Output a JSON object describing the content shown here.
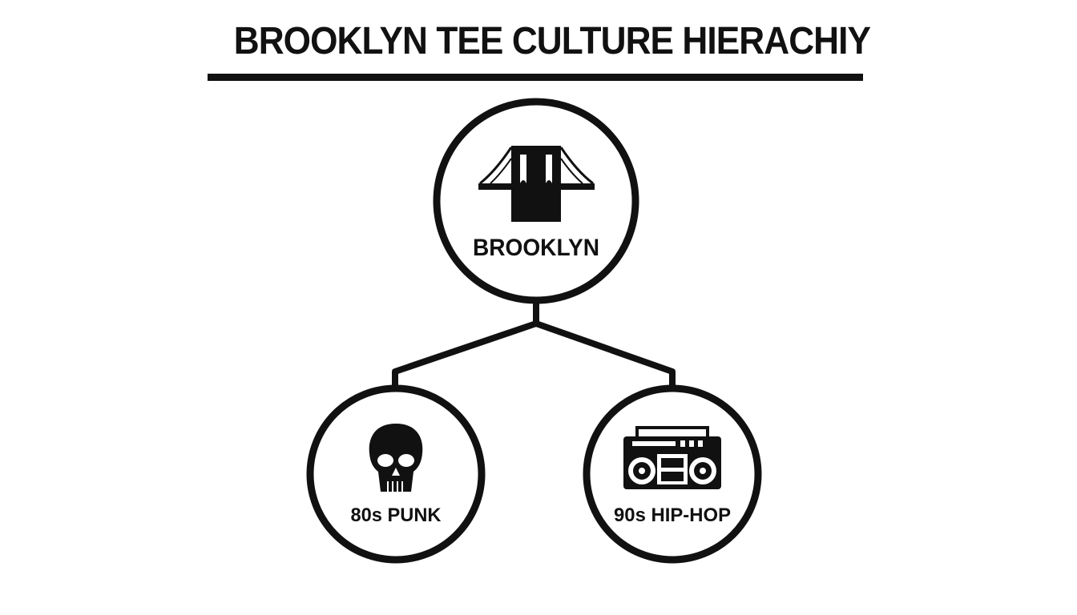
{
  "title": "BROOKLYN TEE CULTURE HIERACHIY",
  "colors": {
    "ink": "#111111",
    "background": "#ffffff"
  },
  "nodes": {
    "root": {
      "label": "BROOKLYN",
      "icon": "bridge-icon"
    },
    "left": {
      "label": "80s PUNK",
      "icon": "skull-icon"
    },
    "right": {
      "label": "90s HIP-HOP",
      "icon": "boombox-icon"
    }
  }
}
